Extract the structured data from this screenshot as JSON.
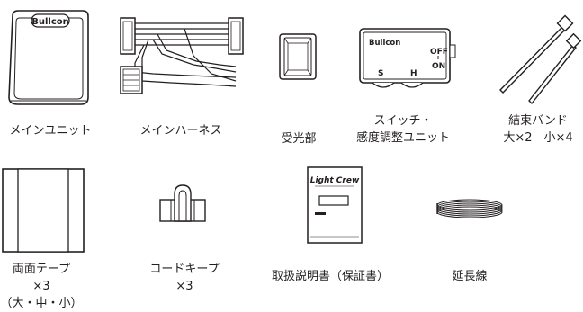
{
  "logo": "Bullcon",
  "items": {
    "main_unit": {
      "caption": "メインユニット"
    },
    "main_harness": {
      "caption": "メインハーネス"
    },
    "receiver": {
      "caption": "受光部"
    },
    "switch_unit": {
      "caption_line1": "スイッチ・",
      "caption_line2": "感度調整ユニット",
      "off_label": "OFF",
      "on_label": "ON",
      "s_label": "S",
      "h_label": "H"
    },
    "cable_ties": {
      "caption_line1": "結束バンド",
      "caption_line2": "大×2　小×4"
    },
    "double_sided_tape": {
      "caption_line1": "両面テープ",
      "caption_line2": "×3",
      "caption_line3": "（大・中・小）"
    },
    "cord_keeper": {
      "caption_line1": "コードキープ",
      "caption_line2": "×3"
    },
    "manual": {
      "caption": "取扱説明書（保証書）",
      "cover_title": "Light Crew"
    },
    "extension_cable": {
      "caption": "延長線"
    }
  }
}
